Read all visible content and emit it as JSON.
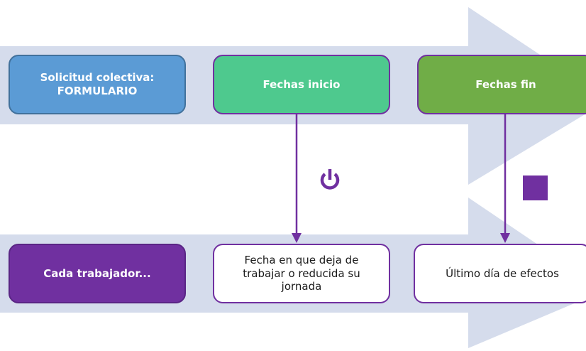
{
  "colors": {
    "arrow_band": "#d5dcec",
    "blue": "#5b9bd5",
    "teal_green": "#4ec98e",
    "green": "#70ad47",
    "purple": "#7030a0"
  },
  "top_row": {
    "solicitud": "Solicitud colectiva:\nFORMULARIO",
    "inicio": "Fechas inicio",
    "fin": "Fechas fin"
  },
  "bottom_row": {
    "trabajador": "Cada trabajador...",
    "fecha_deja": "Fecha en que deja de\ntrabajar o reducida su\njornada",
    "ultimo": "Último día de efectos"
  },
  "icons": {
    "start": "power-icon",
    "end": "stop-icon"
  }
}
